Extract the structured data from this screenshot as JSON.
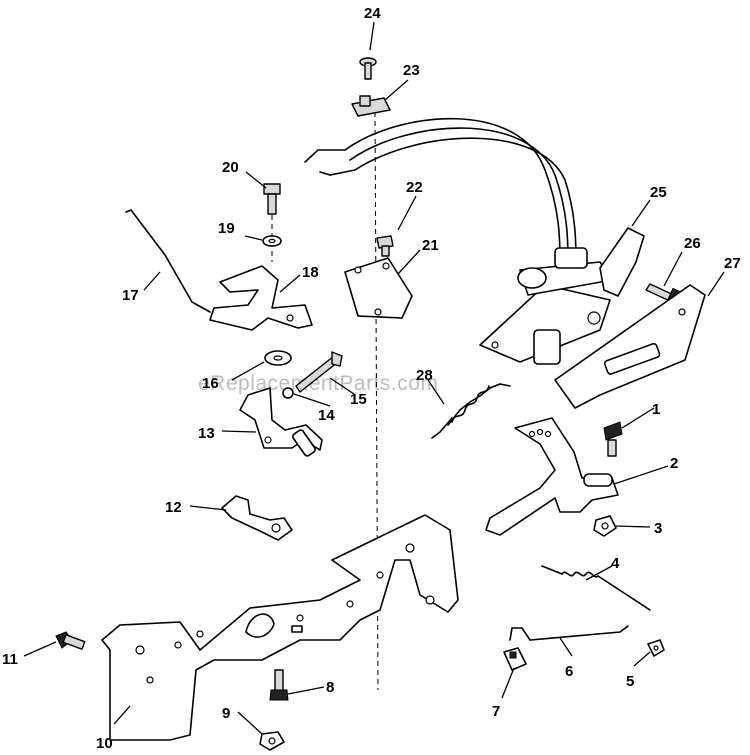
{
  "watermark": "eReplacementParts.com",
  "callouts": {
    "c1": "1",
    "c2": "2",
    "c3": "3",
    "c4": "4",
    "c5": "5",
    "c6": "6",
    "c7": "7",
    "c8": "8",
    "c9": "9",
    "c10": "10",
    "c11": "11",
    "c12": "12",
    "c13": "13",
    "c14": "14",
    "c15": "15",
    "c16": "16",
    "c17": "17",
    "c18": "18",
    "c19": "19",
    "c20": "20",
    "c21": "21",
    "c22": "22",
    "c23": "23",
    "c24": "24",
    "c25": "25",
    "c26": "26",
    "c27": "27",
    "c28": "28"
  }
}
